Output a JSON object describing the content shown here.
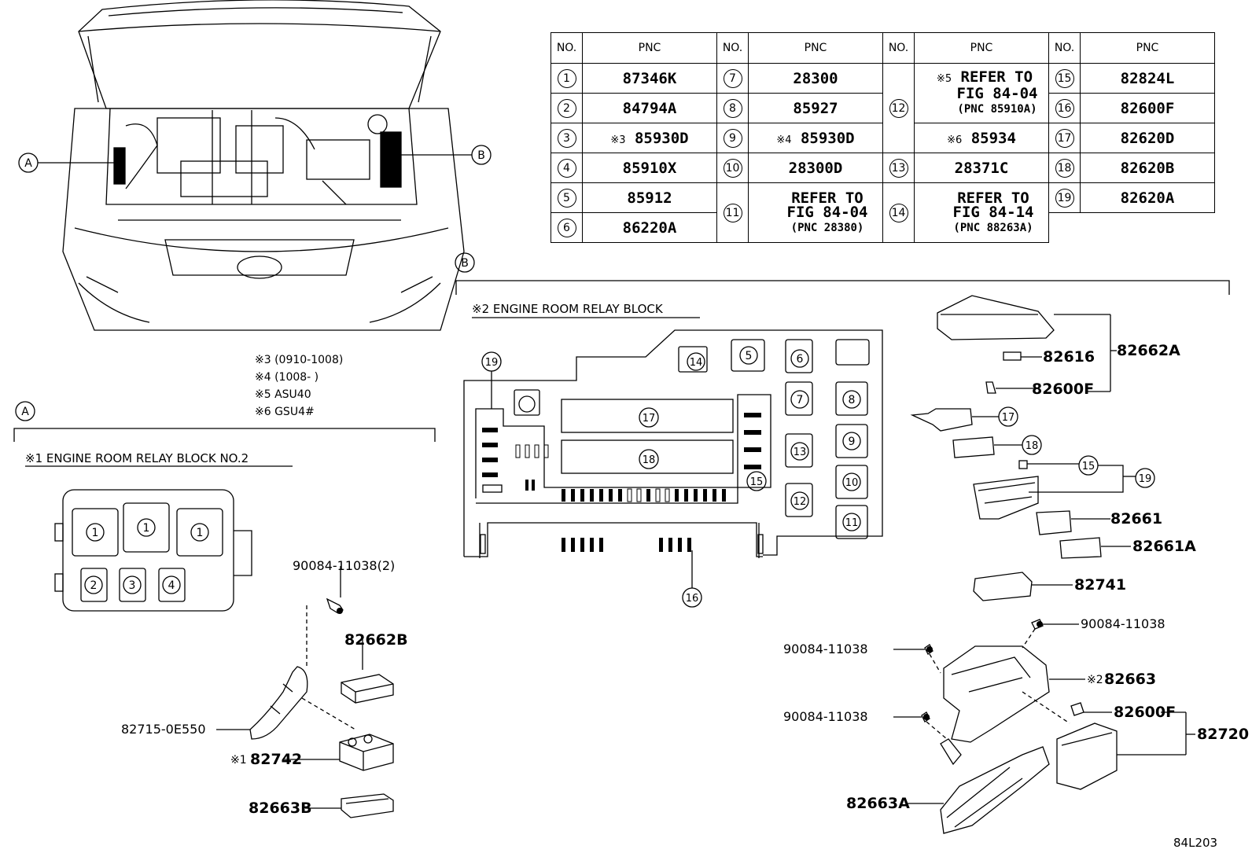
{
  "table": {
    "header_no": "NO.",
    "header_pnc": "PNC",
    "rows": [
      {
        "no": "1",
        "pnc": "87346K"
      },
      {
        "no": "2",
        "pnc": "84794A"
      },
      {
        "no": "3",
        "mark": "※3",
        "pnc": "85930D"
      },
      {
        "no": "4",
        "pnc": "85910X"
      },
      {
        "no": "5",
        "pnc": "85912"
      },
      {
        "no": "6",
        "pnc": "86220A"
      },
      {
        "no": "7",
        "pnc": "28300"
      },
      {
        "no": "8",
        "pnc": "85927"
      },
      {
        "no": "9",
        "mark": "※4",
        "pnc": "85930D"
      },
      {
        "no": "10",
        "pnc": "28300D"
      },
      {
        "no": "11",
        "ref_line1": "REFER TO",
        "ref_line2": "FIG 84-04",
        "ref_line3": "(PNC 28380)"
      },
      {
        "no": "12",
        "mark": "※5",
        "ref_line1": "REFER TO",
        "ref_line2": "FIG 84-04",
        "ref_line3": "(PNC 85910A)",
        "mark2": "※6",
        "pnc2": "85934"
      },
      {
        "no": "13",
        "pnc": "28371C"
      },
      {
        "no": "14",
        "ref_line1": "REFER TO",
        "ref_line2": "FIG 84-14",
        "ref_line3": "(PNC 88263A)"
      },
      {
        "no": "15",
        "pnc": "82824L"
      },
      {
        "no": "16",
        "pnc": "82600F"
      },
      {
        "no": "17",
        "pnc": "82620D"
      },
      {
        "no": "18",
        "pnc": "82620B"
      },
      {
        "no": "19",
        "pnc": "82620A"
      }
    ]
  },
  "notes": {
    "n3": "※3 (0910-1008)",
    "n4": "※4 (1008-        )",
    "n5": "※5 ASU40",
    "n6": "※6 GSU4#"
  },
  "callouts": {
    "A": "A",
    "B": "B"
  },
  "section_a": {
    "title": "※1 ENGINE ROOM RELAY BLOCK NO.2",
    "slots": [
      "1",
      "1",
      "1",
      "2",
      "3",
      "4"
    ],
    "parts": {
      "bolt": "90084-11038(2)",
      "cover": "82662B",
      "bracket": "82715-0E550",
      "block_mark": "※1",
      "block": "82742",
      "lower": "82663B"
    }
  },
  "section_b": {
    "title": "※2 ENGINE ROOM RELAY BLOCK",
    "slots": [
      "19",
      "14",
      "5",
      "6",
      "7",
      "8",
      "17",
      "9",
      "13",
      "18",
      "15",
      "10",
      "12",
      "11",
      "16"
    ],
    "parts": {
      "cover": "82662A",
      "p82616": "82616",
      "p82600f_top": "82600F",
      "c17": "17",
      "c18": "18",
      "c15": "15",
      "c19": "19",
      "p82661": "82661",
      "p82661a": "82661A",
      "p82741": "82741",
      "bolt1": "90084-11038",
      "bolt2": "90084-11038",
      "bolt3": "90084-11038",
      "block_mark": "※2",
      "block": "82663",
      "p82600f_low": "82600F",
      "p82720": "82720",
      "p82663a": "82663A"
    }
  },
  "figure_id": "84L203"
}
